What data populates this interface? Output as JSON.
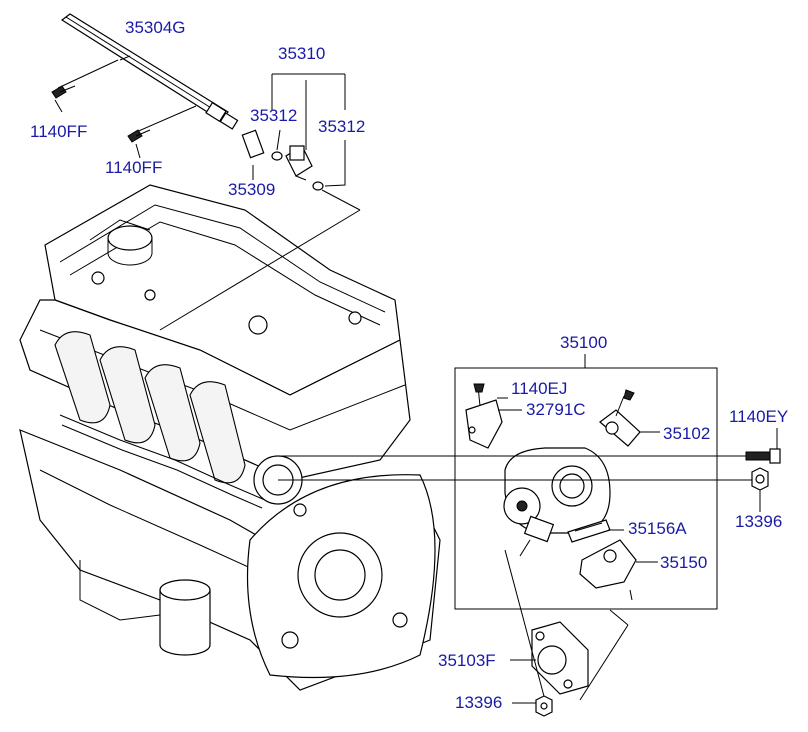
{
  "diagram": {
    "labels": {
      "rail": "35304G",
      "injector_assy": "35310",
      "oring_upper": "35312",
      "oring_lower": "35312",
      "clip": "35309",
      "bolt_rail_a": "1140FF",
      "bolt_rail_b": "1140FF",
      "throttle_body_assy": "35100",
      "bolt_bracket": "1140EJ",
      "bracket": "32791C",
      "sensor": "35102",
      "bolt_throttle": "1140EY",
      "nut_throttle": "13396",
      "gasket_small": "35156A",
      "actuator": "35150",
      "gasket_flange": "35103F",
      "nut_flange": "13396"
    }
  }
}
